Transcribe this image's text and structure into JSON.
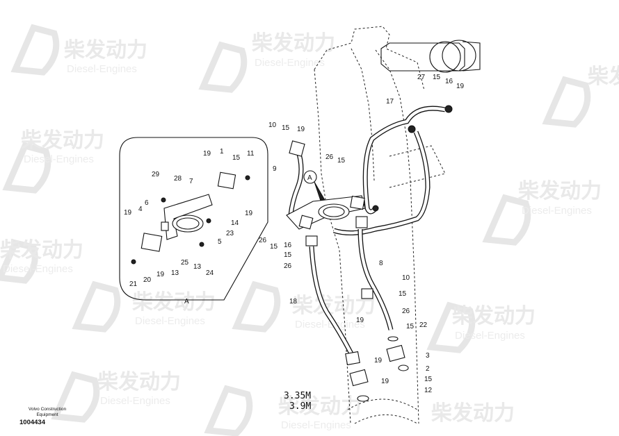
{
  "watermark": {
    "cn": "柴发动力",
    "en": "Diesel-Engines"
  },
  "footer": {
    "company": "Volvo Construction Equipment",
    "doc_number": "1004434"
  },
  "spec": {
    "line1": "3.35M",
    "line2": "3.9M"
  },
  "detail": {
    "view_label": "A",
    "callout_label": "A"
  },
  "labels": {
    "l1": "10",
    "l2": "15",
    "l3": "19",
    "l4": "9",
    "l5": "26",
    "l6": "15",
    "l7": "26",
    "l8": "15",
    "l9": "16",
    "l10": "15",
    "l11": "26",
    "l12": "18",
    "l13": "27",
    "l14": "15",
    "l15": "16",
    "l16": "19",
    "l17": "17",
    "l18": "8",
    "l19": "10",
    "l20": "15",
    "l21": "19",
    "l22": "26",
    "l23": "15",
    "l24": "22",
    "l25": "3",
    "l26": "2",
    "l27": "15",
    "l28": "12",
    "l29": "19",
    "l30": "19",
    "d1": "19",
    "d2": "1",
    "d3": "15",
    "d4": "11",
    "d5": "29",
    "d6": "28",
    "d7": "7",
    "d8": "19",
    "d9": "19",
    "d10": "4",
    "d11": "6",
    "d12": "14",
    "d13": "23",
    "d14": "5",
    "d15": "21",
    "d16": "20",
    "d17": "19",
    "d18": "13",
    "d19": "25",
    "d20": "13",
    "d21": "24"
  }
}
